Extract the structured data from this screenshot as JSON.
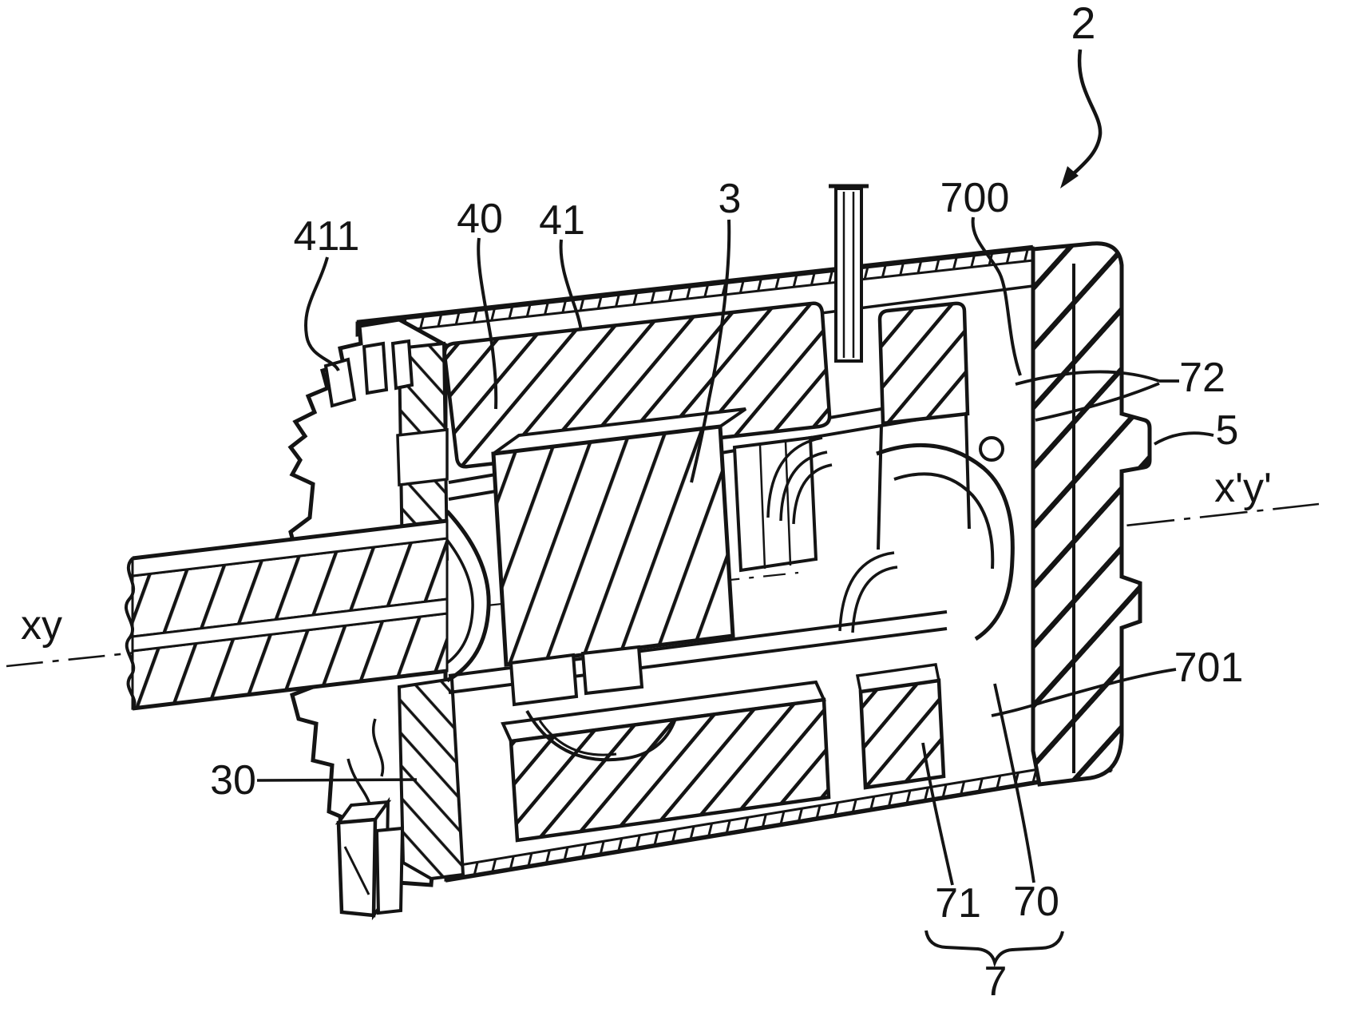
{
  "figure": {
    "labels": {
      "ref2": "2",
      "ref411": "411",
      "ref40": "40",
      "ref41": "41",
      "ref3": "3",
      "ref700": "700",
      "ref72": "72",
      "ref5": "5",
      "axis_right": "x'y'",
      "axis_left": "xy",
      "ref30": "30",
      "ref701": "701",
      "ref71": "71",
      "ref70": "70",
      "ref7": "7"
    },
    "colors": {
      "ink": "#141414",
      "background": "#ffffff"
    }
  }
}
